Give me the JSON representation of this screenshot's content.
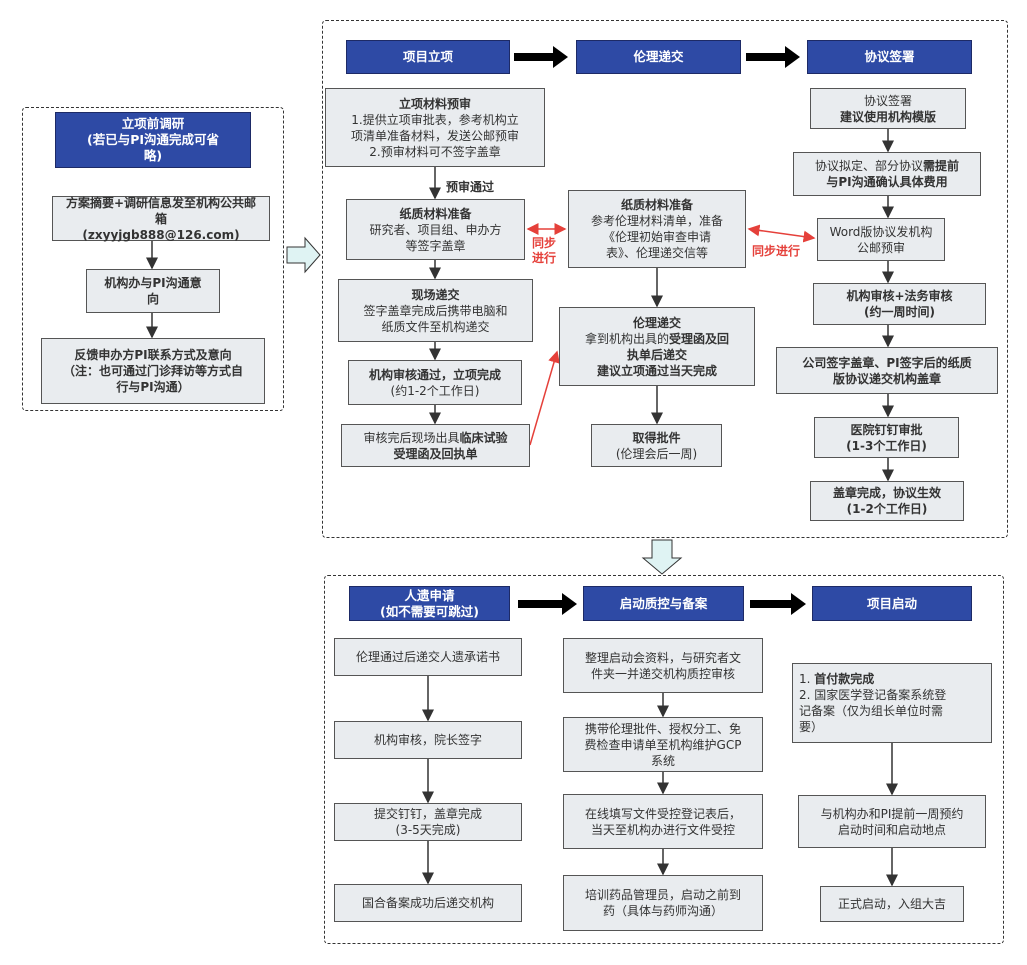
{
  "pre_research": {
    "header": [
      "立项前调研",
      "(若已与PI沟通完成可省",
      "略)"
    ],
    "box1": [
      "方案摘要+调研信息发至机构公共邮",
      "箱",
      "(zxyyjgb888@126.com)"
    ],
    "box2": [
      "机构办与PI沟通意",
      "向"
    ],
    "box3": [
      "反馈申办方PI联系方式及意向",
      "（注：也可通过门诊拜访等方式自",
      "行与PI沟通）"
    ]
  },
  "stage1": {
    "headers": [
      "项目立项",
      "伦理递交",
      "协议签署"
    ],
    "project": {
      "prereview": [
        "立项材料预审",
        "1.提供立项审批表，参考机构立",
        "项清单准备材料，发送公邮预审",
        "2.预审材料可不签字盖章"
      ],
      "pass_label": "预审通过",
      "paper": [
        "纸质材料准备",
        "研究者、项目组、申办方",
        "等签字盖章"
      ],
      "onsite": [
        "现场递交",
        "签字盖章完成后携带电脑和",
        "纸质文件至机构递交"
      ],
      "approved": [
        "机构审核通过，立项完成",
        "(约1-2个工作日)"
      ],
      "receipt": [
        "审核完后现场出具",
        "临床试验",
        "受理函及回执单"
      ]
    },
    "ethics": {
      "paper": [
        "纸质材料准备",
        "参考伦理材料清单，准备",
        "《伦理初始审查申请",
        "表》、伦理递交信等"
      ],
      "submit": [
        "伦理递交",
        "拿到机构出具的",
        "受理函及回",
        "执单后递交",
        "建议立项通过当天完成"
      ],
      "approval": [
        "取得批件",
        "(伦理会后一周)"
      ]
    },
    "agreement": {
      "sign": [
        "协议签署",
        "建议使用机构模版"
      ],
      "draft": [
        "协议拟定、部分协议",
        "需提前",
        "与PI沟通确认具体费用"
      ],
      "word": [
        "Word版协议发机构",
        "公邮预审"
      ],
      "review": [
        "机构审核+法务审核",
        "(约一周时间)"
      ],
      "stamp": [
        "公司签字盖章、PI签字后的纸质",
        "版协议递交机构盖章"
      ],
      "dingtalk": [
        "医院钉钉审批",
        "(1-3个工作日)"
      ],
      "effective": [
        "盖章完成，协议生效",
        "(1-2个工作日)"
      ]
    },
    "sync_labels": [
      "同步",
      "进行",
      "同步进行"
    ]
  },
  "stage2": {
    "headers": [
      [
        "人遗申请",
        "(如不需要可跳过)"
      ],
      "启动质控与备案",
      "项目启动"
    ],
    "hgr": [
      [
        "伦理通过后递交人遗承诺书"
      ],
      [
        "机构审核，院长签字"
      ],
      [
        "提交钉钉，盖章完成",
        "(3-5天完成)"
      ],
      [
        "国合备案成功后递交机构"
      ]
    ],
    "qc": [
      [
        "整理启动会资料，与研究者文",
        "件夹一并递交机构质控审核"
      ],
      [
        "携带伦理批件、授权分工、免",
        "费检查申请单至机构维护GCP",
        "系统"
      ],
      [
        "在线填写文件受控登记表后，",
        "当天至机构办进行文件受控"
      ],
      [
        "培训药品管理员，启动之前到",
        "药（具体与药师沟通）"
      ]
    ],
    "start": {
      "step1": [
        "1. ",
        "首付款完成",
        "2. 国家医学登记备案系统登",
        "记备案（仅为组长单位时需",
        "要）"
      ],
      "step2": [
        "与机构办和PI提前一周预约",
        "启动时间和启动地点"
      ],
      "step3": [
        "正式启动，入组大吉"
      ]
    }
  },
  "colors": {
    "header_bg": "#2e4aa5",
    "box_bg": "#e9ecef",
    "sync_red": "#e5403a",
    "hollow_arrow": "#dff3f3"
  }
}
